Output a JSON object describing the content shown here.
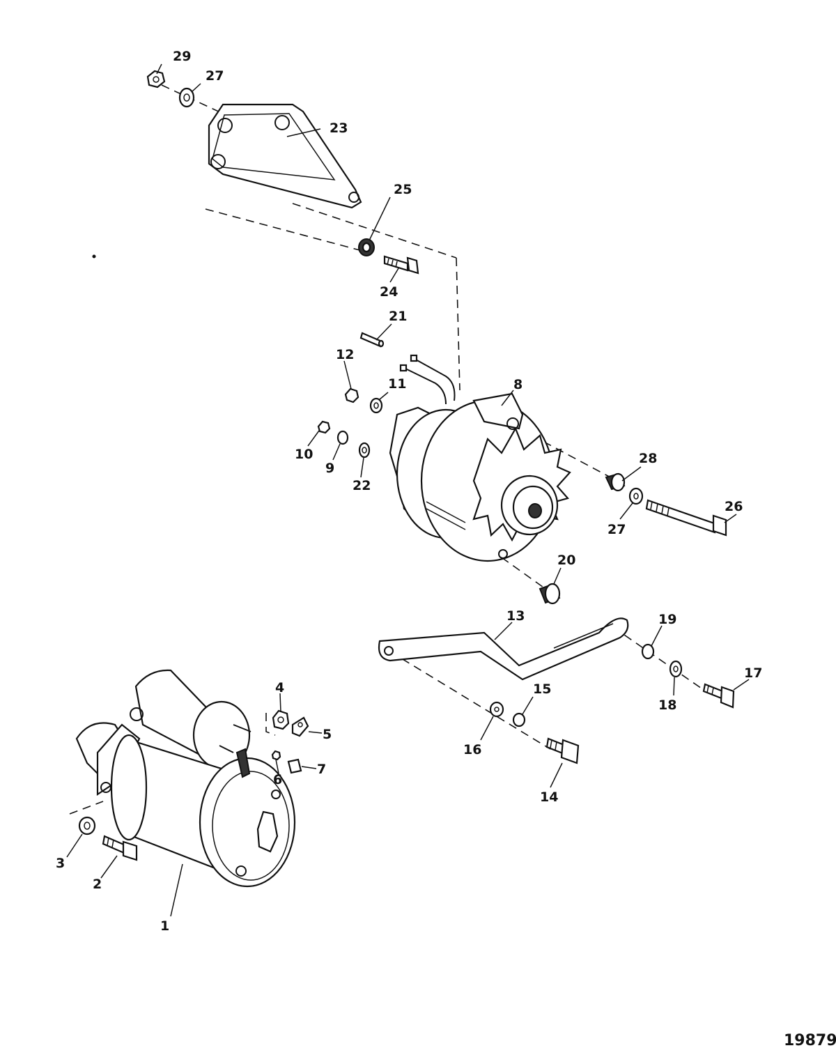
{
  "figure_number": "19879",
  "callouts": [
    "1",
    "2",
    "3",
    "4",
    "5",
    "6",
    "7",
    "8",
    "9",
    "10",
    "11",
    "12",
    "13",
    "14",
    "15",
    "16",
    "17",
    "18",
    "19",
    "20",
    "21",
    "22",
    "23",
    "24",
    "25",
    "26",
    "27",
    "27",
    "28",
    "29"
  ]
}
